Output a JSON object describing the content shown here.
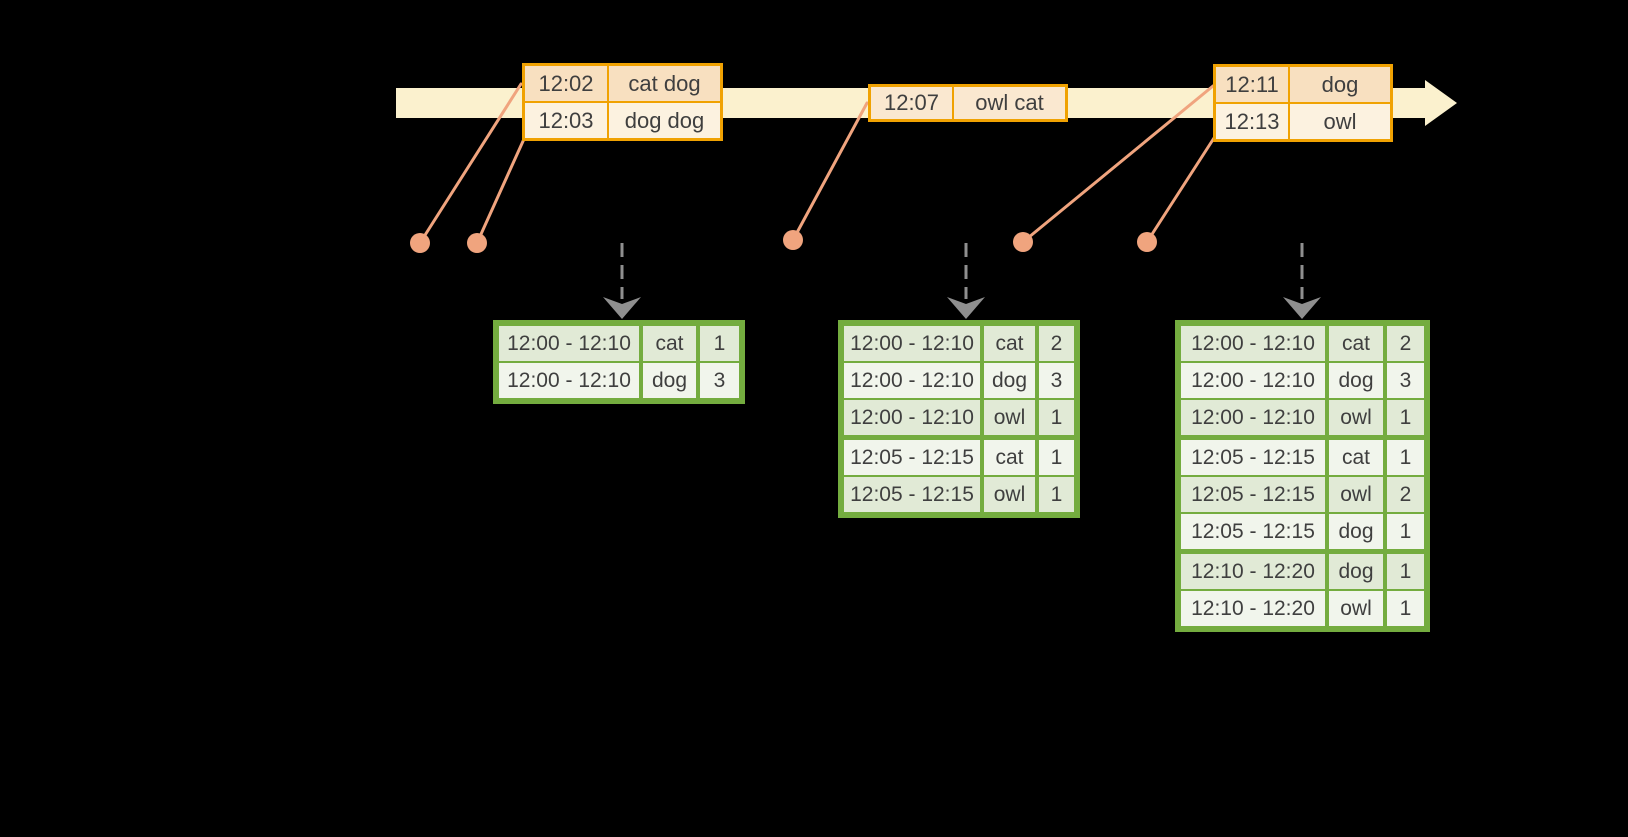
{
  "timeline": {
    "event_tables": [
      {
        "rows": [
          {
            "time": "12:02",
            "words": "cat dog",
            "tone": "peach"
          },
          {
            "time": "12:03",
            "words": "dog dog",
            "tone": "cream"
          }
        ]
      },
      {
        "rows": [
          {
            "time": "12:07",
            "words": "owl cat",
            "tone": "peachlight"
          }
        ]
      },
      {
        "rows": [
          {
            "time": "12:11",
            "words": "dog",
            "tone": "peach"
          },
          {
            "time": "12:13",
            "words": "owl",
            "tone": "cream"
          }
        ]
      }
    ]
  },
  "result_tables": [
    {
      "group_breaks": [],
      "rows": [
        {
          "window": "12:00 - 12:10",
          "word": "cat",
          "count": "1"
        },
        {
          "window": "12:00 - 12:10",
          "word": "dog",
          "count": "3"
        }
      ]
    },
    {
      "group_breaks": [
        3
      ],
      "rows": [
        {
          "window": "12:00 - 12:10",
          "word": "cat",
          "count": "2"
        },
        {
          "window": "12:00 - 12:10",
          "word": "dog",
          "count": "3"
        },
        {
          "window": "12:00 - 12:10",
          "word": "owl",
          "count": "1"
        },
        {
          "window": "12:05 - 12:15",
          "word": "cat",
          "count": "1"
        },
        {
          "window": "12:05 - 12:15",
          "word": "owl",
          "count": "1"
        }
      ]
    },
    {
      "group_breaks": [
        3,
        6
      ],
      "rows": [
        {
          "window": "12:00 - 12:10",
          "word": "cat",
          "count": "2"
        },
        {
          "window": "12:00 - 12:10",
          "word": "dog",
          "count": "3"
        },
        {
          "window": "12:00 - 12:10",
          "word": "owl",
          "count": "1"
        },
        {
          "window": "12:05 - 12:15",
          "word": "cat",
          "count": "1"
        },
        {
          "window": "12:05 - 12:15",
          "word": "owl",
          "count": "2"
        },
        {
          "window": "12:05 - 12:15",
          "word": "dog",
          "count": "1"
        },
        {
          "window": "12:10 - 12:20",
          "word": "dog",
          "count": "1"
        },
        {
          "window": "12:10 - 12:20",
          "word": "owl",
          "count": "1"
        }
      ]
    }
  ],
  "colors": {
    "background": "#000000",
    "band": "#FBF1CE",
    "gold": "#F0A202",
    "peach": "#F8E0C0",
    "cream": "#FCF2E0",
    "peachlight": "#FAE8D0",
    "salmon": "#F0A47E",
    "green": "#74AC3F",
    "green_row_dark": "#E1EAD6",
    "green_row_light": "#F1F5EC",
    "gray": "#8F8F8F",
    "text": "#3F3F3F"
  }
}
